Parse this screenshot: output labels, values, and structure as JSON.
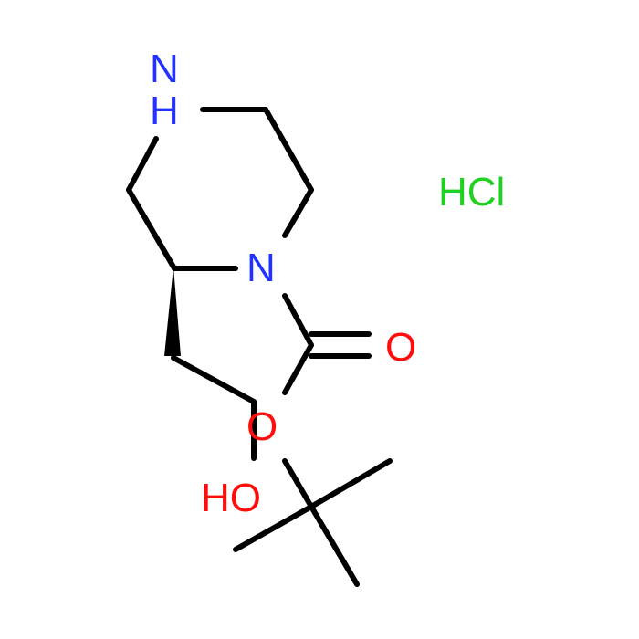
{
  "molecule": {
    "atoms": {
      "n_top": {
        "text": "N",
        "color": "#2233ff"
      },
      "h_top": {
        "text": "H",
        "color": "#2233ff"
      },
      "n_ring": {
        "text": "N",
        "color": "#2233ff"
      },
      "o_carbonyl": {
        "text": "O",
        "color": "#ff0d0d"
      },
      "o_ester": {
        "text": "O",
        "color": "#ff0d0d"
      },
      "oh": {
        "text": "HO",
        "color": "#ff0d0d"
      }
    },
    "salt": {
      "text": "HCl",
      "color": "#1fd21f"
    }
  }
}
